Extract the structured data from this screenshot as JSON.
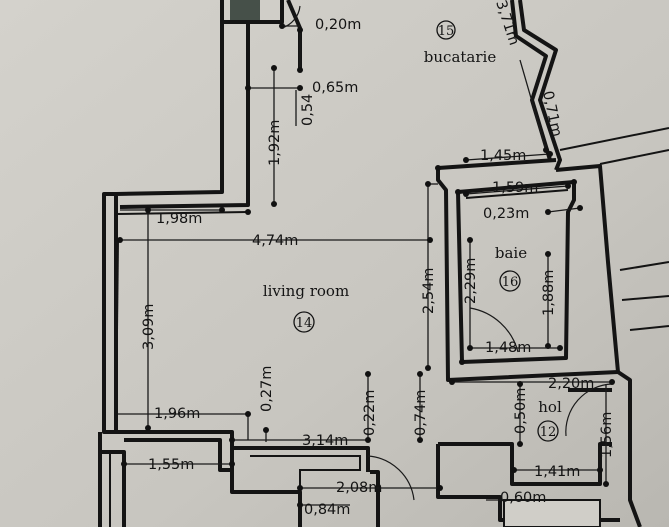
{
  "rooms": {
    "bucatarie": {
      "name": "bucatarie",
      "number": "15"
    },
    "living": {
      "name": "living room",
      "number": "14"
    },
    "baie": {
      "name": "baie",
      "number": "16"
    },
    "hol": {
      "name": "hol",
      "number": "12"
    }
  },
  "dimensions": {
    "d_0_20": "0,20m",
    "d_0_65": "0,65m",
    "d_0_54": "0,54",
    "d_1_92": "1,92m",
    "d_1_98": "1,98m",
    "d_4_74": "4,74m",
    "d_3_09": "3,09m",
    "d_1_96": "1,96m",
    "d_0_27": "0,27m",
    "d_3_14": "3,14m",
    "d_0_22": "0,22m",
    "d_0_74": "0,74m",
    "d_1_55": "1,55m",
    "d_2_08": "2,08m",
    "d_0_84": "0,84m",
    "d_3_71": "3,71m",
    "d_0_71": "0,71m",
    "d_1_45": "1,45m",
    "d_1_59": "1,59m",
    "d_0_23": "0,23m",
    "d_2_54": "2,54m",
    "d_2_29": "2,29m",
    "d_1_88": "1,88m",
    "d_1_48": "1,48m",
    "d_2_20": "2,20m",
    "d_0_50": "0,50m",
    "d_1_56": "1,56m",
    "d_1_41": "1,41m",
    "d_0_60": "0,60m"
  }
}
